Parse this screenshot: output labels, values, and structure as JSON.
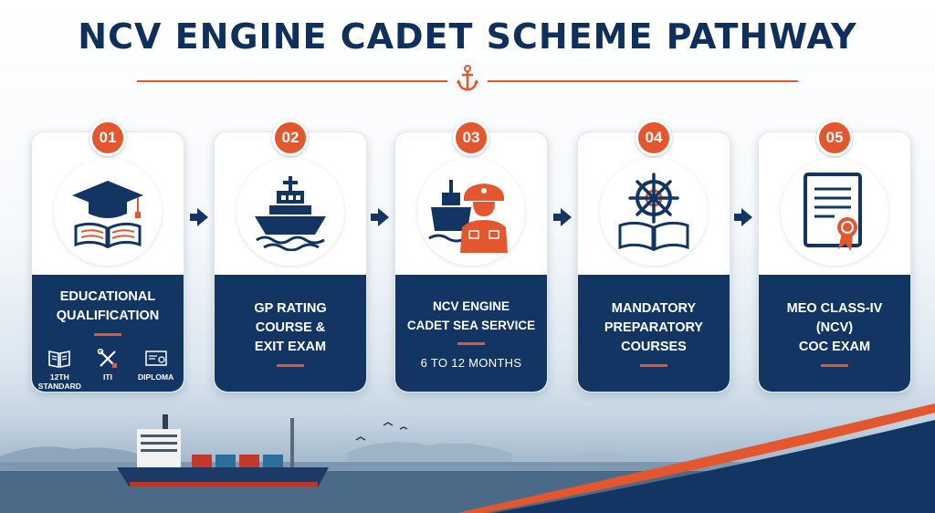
{
  "title": "NCV ENGINE CADET SCHEME PATHWAY",
  "colors": {
    "navy": "#123564",
    "accent": "#e4572e",
    "title": "#0f2f5c"
  },
  "steps": [
    {
      "number": "01",
      "icon": "graduation-cap-book-icon",
      "label": "EDUCATIONAL\nQUALIFICATION",
      "options": [
        {
          "icon": "book-icon",
          "label": "12TH\nSTANDARD"
        },
        {
          "icon": "tools-icon",
          "label": "ITI"
        },
        {
          "icon": "certificate-icon",
          "label": "DIPLOMA"
        }
      ]
    },
    {
      "number": "02",
      "icon": "ship-icon",
      "label": "GP RATING\nCOURSE &\nEXIT EXAM"
    },
    {
      "number": "03",
      "icon": "ship-cadet-icon",
      "label": "NCV ENGINE\nCADET SEA SERVICE",
      "sub": "6 TO 12 MONTHS"
    },
    {
      "number": "04",
      "icon": "helm-book-icon",
      "label": "MANDATORY\nPREPARATORY\nCOURSES"
    },
    {
      "number": "05",
      "icon": "certificate-medal-icon",
      "label": "MEO CLASS-IV\n(NCV)\nCOC EXAM"
    }
  ]
}
